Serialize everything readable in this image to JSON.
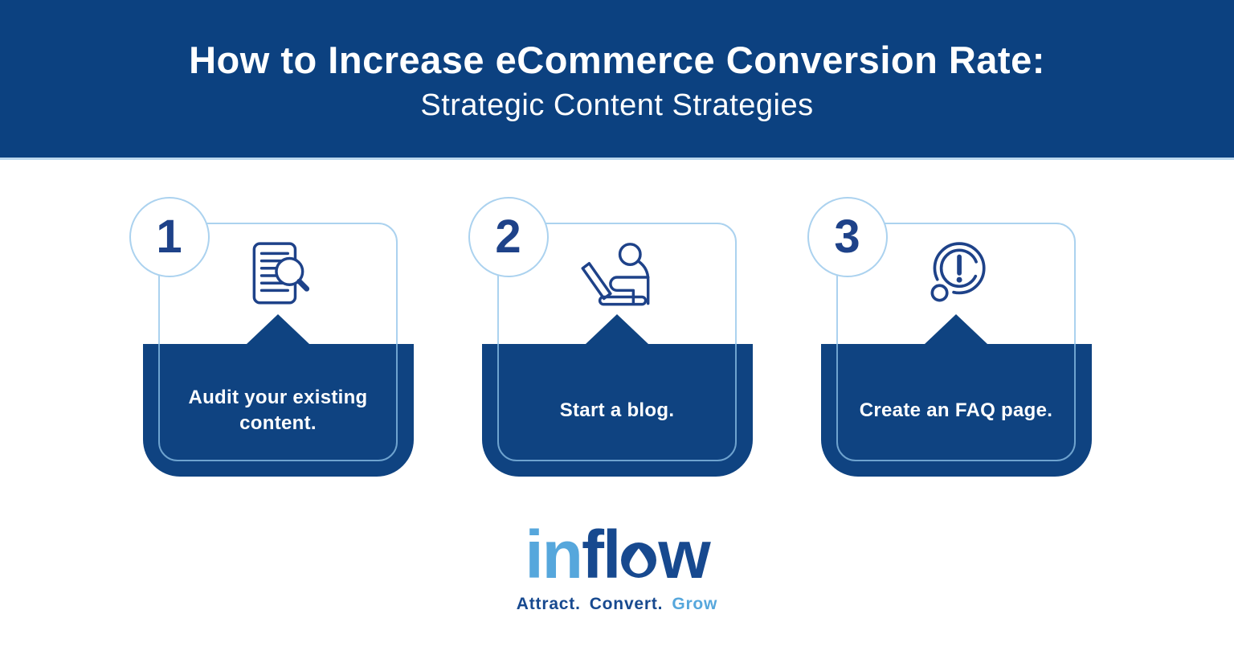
{
  "header": {
    "title": "How to Increase eCommerce Conversion Rate:",
    "subtitle": "Strategic Content Strategies"
  },
  "steps": [
    {
      "number": "1",
      "label": "Audit your existing content.",
      "icon": "document-magnifier-icon"
    },
    {
      "number": "2",
      "label": "Start a blog.",
      "icon": "person-laptop-icon"
    },
    {
      "number": "3",
      "label": "Create an FAQ page.",
      "icon": "exclamation-bubble-icon"
    }
  ],
  "footer": {
    "logo": {
      "part_in": "in",
      "part_fl": "fl",
      "part_w": "w",
      "droplet": "water-droplet-icon"
    },
    "tagline": {
      "word1": "Attract.",
      "word2": "Convert.",
      "word3": "Grow"
    }
  },
  "colors": {
    "banner-bg": "#0c4180",
    "panel-bg": "#0f4381",
    "navy": "#1e4289",
    "logo-light": "#56a7dc",
    "logo-dark": "#17498f",
    "divider": "#bcd8ee"
  }
}
